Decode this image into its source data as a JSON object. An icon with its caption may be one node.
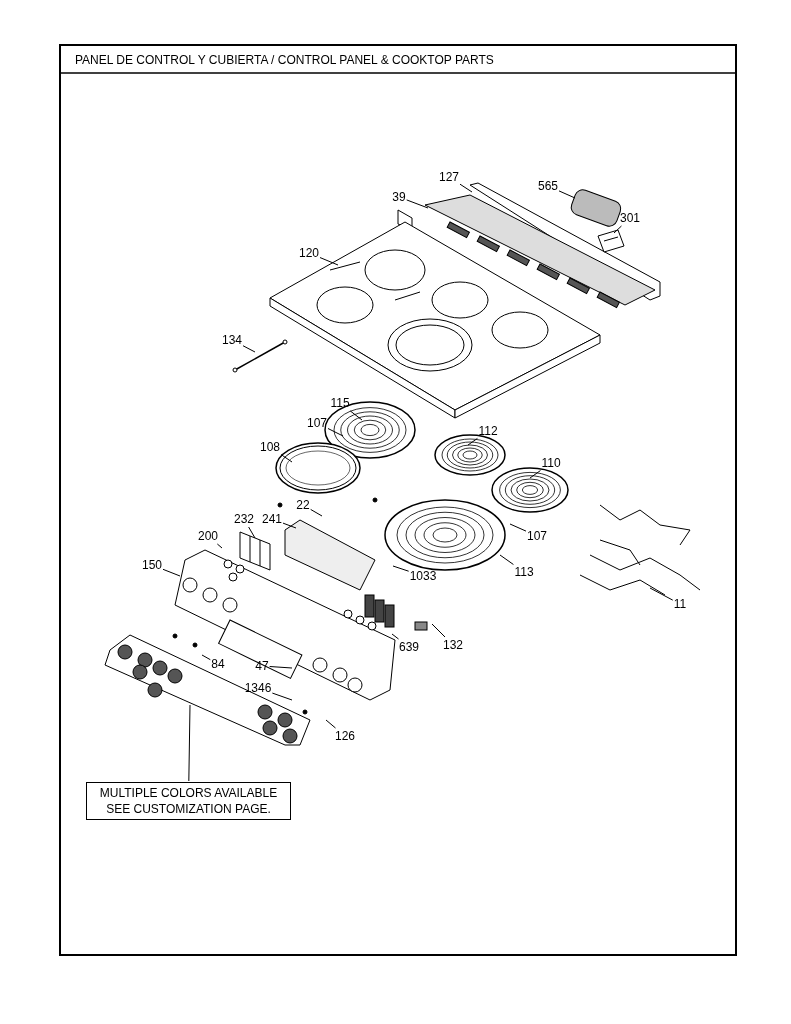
{
  "diagram": {
    "title": "PANEL DE CONTROL Y CUBIERTA / CONTROL PANEL & COOKTOP PARTS",
    "nodes": [
      {
        "text": [
          "127"
        ]
      },
      {
        "text": [
          "565"
        ]
      },
      {
        "text": [
          "39"
        ]
      },
      {
        "text": [
          "301"
        ]
      },
      {
        "text": [
          "120"
        ]
      },
      {
        "text": [
          "134"
        ]
      },
      {
        "text": [
          "115"
        ]
      },
      {
        "text": [
          "107"
        ]
      },
      {
        "text": [
          "112"
        ]
      },
      {
        "text": [
          "108"
        ]
      },
      {
        "text": [
          "110"
        ]
      },
      {
        "text": [
          "22"
        ]
      },
      {
        "text": [
          "241"
        ]
      },
      {
        "text": [
          "232"
        ]
      },
      {
        "text": [
          "107"
        ]
      },
      {
        "text": [
          "200"
        ]
      },
      {
        "text": [
          "1033"
        ]
      },
      {
        "text": [
          "113"
        ]
      },
      {
        "text": [
          "150"
        ]
      },
      {
        "text": [
          "11"
        ]
      },
      {
        "text": [
          "639"
        ]
      },
      {
        "text": [
          "132"
        ]
      },
      {
        "text": [
          "84"
        ]
      },
      {
        "text": [
          "47"
        ]
      },
      {
        "text": [
          "1346"
        ]
      },
      {
        "text": [
          "126"
        ]
      },
      {
        "text": [
          "MULTIPLE COLORS AVAILABLE SEE CUSTOMIZATION PAGE."
        ]
      }
    ],
    "edges": [
      {
        "from": 0,
        "to": null,
        "arrow": "none"
      },
      {
        "from": 1,
        "to": null,
        "arrow": "none"
      },
      {
        "from": 2,
        "to": null,
        "arrow": "none"
      },
      {
        "from": 3,
        "to": null,
        "arrow": "none"
      },
      {
        "from": 4,
        "to": null,
        "arrow": "none"
      },
      {
        "from": 5,
        "to": null,
        "arrow": "none"
      },
      {
        "from": 6,
        "to": null,
        "arrow": "none"
      },
      {
        "from": 7,
        "to": null,
        "arrow": "none"
      },
      {
        "from": 8,
        "to": null,
        "arrow": "none"
      },
      {
        "from": 9,
        "to": null,
        "arrow": "none"
      },
      {
        "from": 10,
        "to": null,
        "arrow": "none"
      },
      {
        "from": 11,
        "to": null,
        "arrow": "none"
      },
      {
        "from": 12,
        "to": null,
        "arrow": "none"
      },
      {
        "from": 13,
        "to": null,
        "arrow": "none"
      },
      {
        "from": 14,
        "to": null,
        "arrow": "none"
      },
      {
        "from": 15,
        "to": null,
        "arrow": "none"
      },
      {
        "from": 16,
        "to": null,
        "arrow": "none"
      },
      {
        "from": 17,
        "to": null,
        "arrow": "none"
      },
      {
        "from": 18,
        "to": null,
        "arrow": "none"
      },
      {
        "from": 19,
        "to": null,
        "arrow": "none"
      },
      {
        "from": 20,
        "to": null,
        "arrow": "none"
      },
      {
        "from": 21,
        "to": null,
        "arrow": "none"
      },
      {
        "from": 22,
        "to": null,
        "arrow": "none"
      },
      {
        "from": 23,
        "to": null,
        "arrow": "none"
      },
      {
        "from": 24,
        "to": null,
        "arrow": "none"
      },
      {
        "from": 25,
        "to": null,
        "arrow": "none"
      },
      {
        "from": 26,
        "to": null,
        "arrow": "none"
      }
    ]
  }
}
